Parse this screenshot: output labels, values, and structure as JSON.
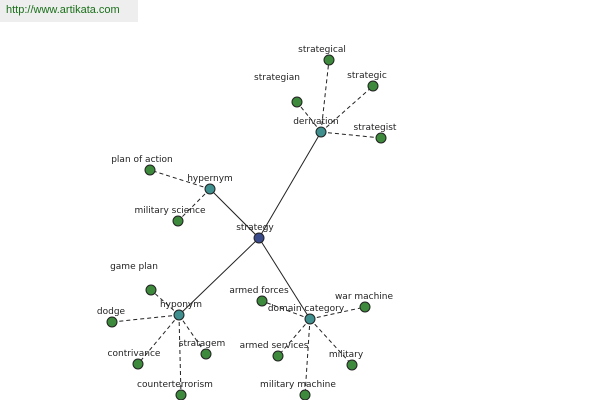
{
  "site_url": "http://www.artikata.com",
  "graph": {
    "center": "strategy",
    "relations": [
      {
        "key": "derivation",
        "label": "derivation",
        "terms": [
          "strategical",
          "strategian",
          "strategic",
          "strategist"
        ]
      },
      {
        "key": "hypernym",
        "label": "hypernym",
        "terms": [
          "plan of action",
          "military science"
        ]
      },
      {
        "key": "hyponym",
        "label": "hyponym",
        "terms": [
          "game plan",
          "dodge",
          "contrivance",
          "stratagem",
          "counterterrorism"
        ]
      },
      {
        "key": "domain-category",
        "label": "domain category",
        "terms": [
          "armed forces",
          "war machine",
          "armed services",
          "military",
          "military machine"
        ]
      }
    ]
  },
  "colors": {
    "center_node": "#3a4b8c",
    "relation_node": "#3f8f8f",
    "word_node": "#3d8a3d",
    "url_text": "#1a6f1a"
  }
}
